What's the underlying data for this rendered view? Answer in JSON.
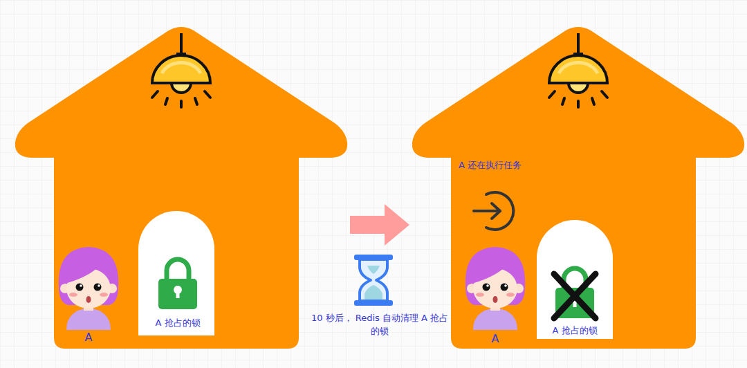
{
  "diagram": {
    "nodes": [
      {
        "text": [
          "A"
        ]
      },
      {
        "text": [
          "A 抢占的锁"
        ],
        "in": 0
      },
      {
        "text": [
          "A 还在执行任务",
          "A"
        ]
      },
      {
        "text": [
          "A 抢占的锁"
        ],
        "in": 2
      }
    ],
    "edges": [
      {
        "from": 0,
        "to": 2,
        "arrow": "to",
        "label": "10 秒后， Redis 自动清理 A 抢占的锁"
      }
    ]
  }
}
